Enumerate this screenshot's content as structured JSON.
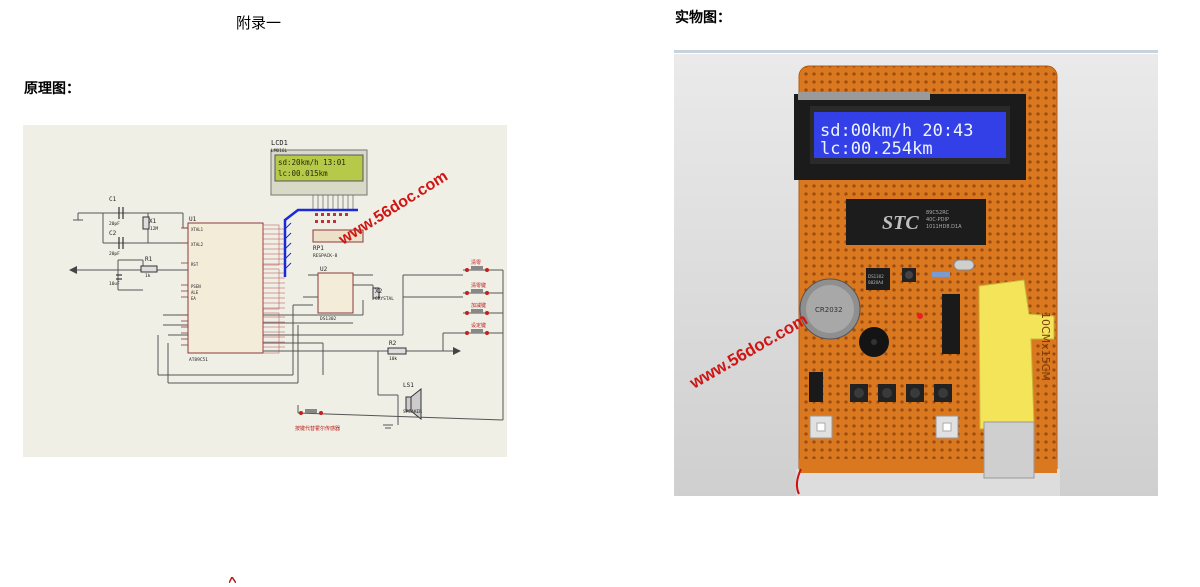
{
  "appendix_title": "附录一",
  "schematic_label": "原理图：",
  "photo_label": "实物图：",
  "watermark": "www.56doc.com",
  "schematic": {
    "lcd_ref": "LCD1",
    "lcd_part": "LM016L",
    "lcd_line1": "sd:20km/h   13:01",
    "lcd_line2": "lc:00.015km",
    "mcu_ref": "U1",
    "mcu_part": "AT89C51",
    "rtc_ref": "U2",
    "rtc_part": "DS1302",
    "rp_ref": "RP1",
    "rp_part": "RESPACK-8",
    "c1": "C1",
    "c1_val": "20pF",
    "c2": "C2",
    "c2_val": "20pF",
    "x1": "X1",
    "x1_val": "12M",
    "r1": "R1",
    "r1_val": "1k",
    "c3": "C3",
    "c3_val": "10uF",
    "x2": "X2",
    "x2_val": "CRYSTAL",
    "r2": "R2",
    "r2_val": "10k",
    "ls1": "LS1",
    "ls1_part": "SPEAKER",
    "pin_xtal1": "XTAL1",
    "pin_xtal2": "XTAL2",
    "pin_rst": "RST",
    "pin_psen": "PSEN",
    "pin_ale": "ALE",
    "pin_ea": "EA",
    "btn1": "清零",
    "btn2": "清零键",
    "btn3": "加减键",
    "btn4": "设定键",
    "sensor": "按键代替霍尔传感器"
  },
  "photo": {
    "lcd_line1": "sd:00km/h  20:43",
    "lcd_line2": "lc:00.254km",
    "chip_brand": "STC",
    "chip_text1": "89C52RC",
    "chip_text2": "40C-PDIP",
    "chip_text3": "1011HD8.D1A",
    "rtc_text1": "DS1302",
    "rtc_text2": "0820A4",
    "battery_text": "CR2032",
    "board_text": "10CMx15CM"
  },
  "colors": {
    "lcd_green": "#b7c949",
    "lcd_blue": "#3340e8",
    "pcb_orange": "#d9781f",
    "motor_yellow": "#f4e45a",
    "bus_blue": "#1a2ad8"
  }
}
